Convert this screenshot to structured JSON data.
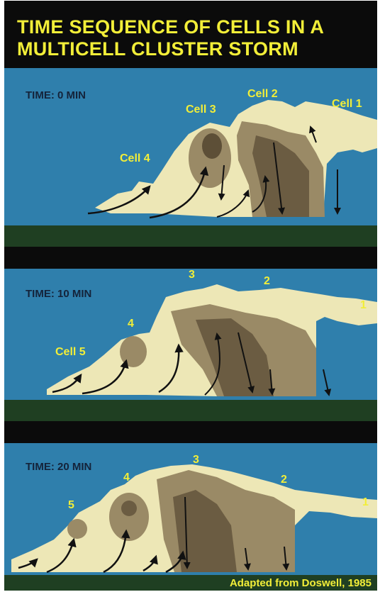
{
  "title_line1": "TIME SEQUENCE OF CELLS IN A",
  "title_line2": "MULTICELL CLUSTER STORM",
  "panels": [
    {
      "time": "TIME: 0 MIN",
      "labels": [
        "Cell 1",
        "Cell 2",
        "Cell 3",
        "Cell 4"
      ]
    },
    {
      "time": "TIME: 10 MIN",
      "labels": [
        "1",
        "2",
        "3",
        "4",
        "Cell 5"
      ]
    },
    {
      "time": "TIME: 20 MIN",
      "labels": [
        "1",
        "2",
        "3",
        "4",
        "5"
      ]
    }
  ],
  "credit": "Adapted from Doswell, 1985",
  "colors": {
    "sky": "#2f7fac",
    "ground": "#1f3f22",
    "cloud": "#ede7b6",
    "cloud_mid": "#9a8a66",
    "cloud_dark": "#6b5c42",
    "label": "#f2ee38"
  }
}
